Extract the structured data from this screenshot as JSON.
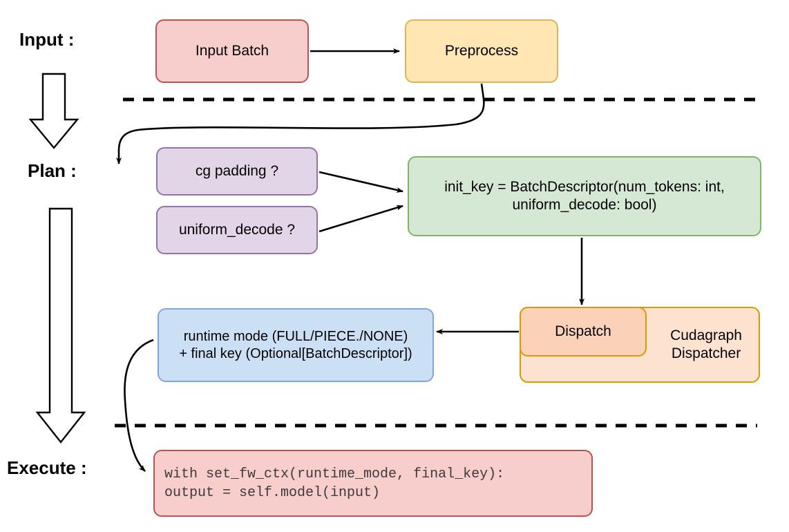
{
  "diagram": {
    "title_stages": [
      {
        "id": "input",
        "label": "Input :"
      },
      {
        "id": "plan",
        "label": "Plan :"
      },
      {
        "id": "execute",
        "label": "Execute :"
      }
    ],
    "nodes": {
      "input_batch": {
        "label": "Input Batch",
        "color": "#f8cecc",
        "border": "#b85450"
      },
      "preprocess": {
        "label": "Preprocess",
        "color": "#ffe6b3",
        "border": "#d6b656"
      },
      "cg_padding": {
        "label": "cg padding ?",
        "color": "#e1d5e7",
        "border": "#9673a6"
      },
      "uniform_decode": {
        "label": "uniform_decode ?",
        "color": "#e1d5e7",
        "border": "#9673a6"
      },
      "init_key": {
        "label": "init_key = BatchDescriptor(num_tokens: int,\nuniform_decode: bool)",
        "color": "#d5e8d4",
        "border": "#82b366"
      },
      "dispatch": {
        "label": "Dispatch",
        "color": "#fbd2b8",
        "border": "#d79b00"
      },
      "cudagraph_dispatcher": {
        "label": "Cudagraph\nDispatcher",
        "color": "#fde3cf",
        "border": "#d79b00"
      },
      "runtime_mode": {
        "label": "runtime mode (FULL/PIECE./NONE)\n+ final key (Optional[BatchDescriptor])",
        "color": "#cce0f5",
        "border": "#7ea6d9"
      },
      "execute_code": {
        "label": "with set_fw_ctx(runtime_mode, final_key):\n    output = self.model(input)",
        "color": "#f8cecc",
        "border": "#b85450"
      }
    },
    "separators": [
      {
        "id": "input-plan-divider"
      },
      {
        "id": "plan-execute-divider"
      }
    ],
    "flow_arrows": [
      {
        "id": "input-batch-to-preprocess"
      },
      {
        "id": "preprocess-to-cg-padding"
      },
      {
        "id": "cg-padding-to-init-key"
      },
      {
        "id": "uniform-decode-to-init-key"
      },
      {
        "id": "init-key-to-dispatch"
      },
      {
        "id": "dispatch-to-runtime-mode"
      },
      {
        "id": "runtime-mode-to-execute-code"
      }
    ],
    "stage_arrows": [
      {
        "id": "input-to-plan-stage-arrow"
      },
      {
        "id": "plan-to-execute-stage-arrow"
      }
    ]
  }
}
